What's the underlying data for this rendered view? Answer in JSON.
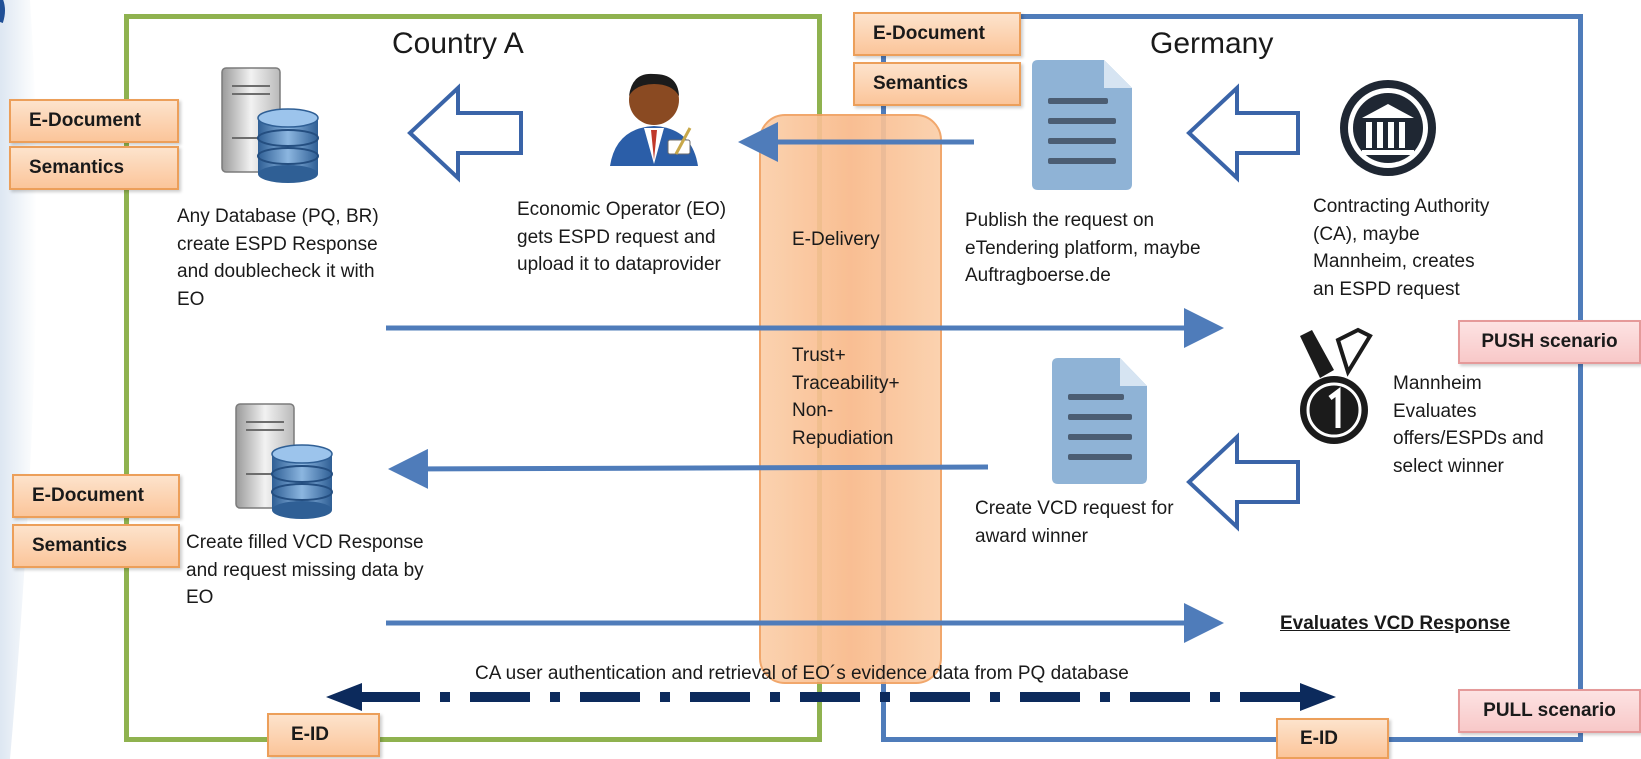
{
  "country_a": {
    "title": "Country A"
  },
  "germany": {
    "title": "Germany"
  },
  "tags": {
    "edoc": "E-Document",
    "semantics": "Semantics",
    "eid": "E-ID"
  },
  "scenarios": {
    "push": "PUSH scenario",
    "pull": "PULL scenario"
  },
  "edelivery": {
    "label": "E-Delivery",
    "trust": "Trust+\nTraceability+\nNon-\nRepudiation"
  },
  "texts": {
    "database_step": "Any Database (PQ, BR)\ncreate ESPD Response\nand doublecheck it with\nEO",
    "eo_step": "Economic Operator (EO)\ngets ESPD request and\nupload it to dataprovider",
    "publish_step": "Publish the request on\neTendering platform, maybe\nAuftragboerse.de",
    "ca_step": "Contracting Authority\n(CA), maybe\nMannheim, creates\nan ESPD request",
    "evaluate_step": "Mannheim\nEvaluates\noffers/ESPDs and\nselect winner",
    "vcd_request_step": "Create VCD request for\naward winner",
    "vcd_response_step": "Create filled VCD Response\nand request missing data by\nEO",
    "evaluate_vcd": "Evaluates VCD Response",
    "pull_caption": "CA user authentication and retrieval of EO´s evidence data from PQ database"
  },
  "icons": {
    "database": "database-server-icon",
    "operator": "business-person-icon",
    "document": "document-icon",
    "authority": "government-building-icon",
    "medal": "award-medal-icon"
  },
  "colors": {
    "country_a_border": "#8fb24f",
    "germany_border": "#4f7cba",
    "arrow_blue": "#4f7cba",
    "pull_arrow": "#0c2a5c",
    "tag_orange": "#fbc59a",
    "scenario_pink": "#f8c8c8"
  }
}
